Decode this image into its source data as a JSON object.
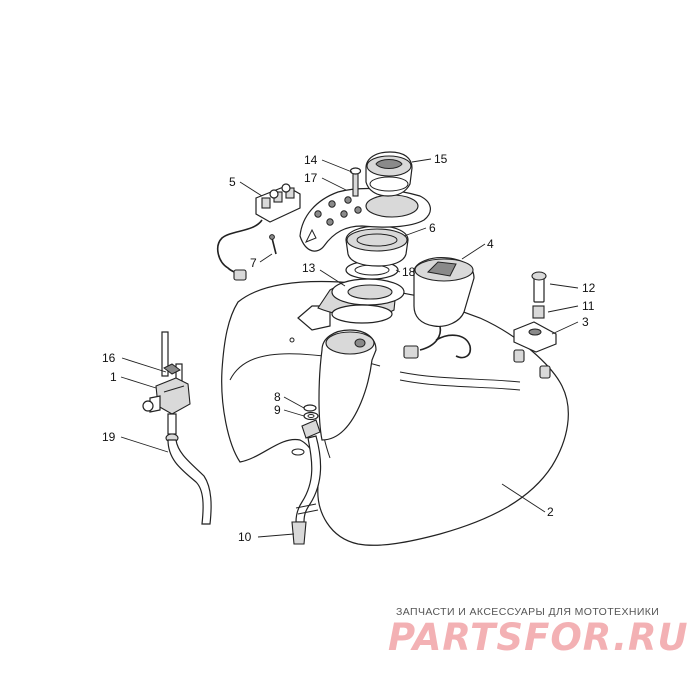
{
  "callouts": {
    "c1": "1",
    "c2": "2",
    "c3": "3",
    "c4": "4",
    "c5": "5",
    "c6": "6",
    "c7": "7",
    "c8": "8",
    "c9": "9",
    "c10": "10",
    "c11": "11",
    "c12": "12",
    "c13": "13",
    "c14": "14",
    "c15": "15",
    "c16": "16",
    "c17": "17",
    "c18": "18",
    "c19": "19"
  },
  "watermark": {
    "caption": "ЗАПЧАСТИ И АКСЕССУАРЫ ДЛЯ МОТОТЕХНИКИ",
    "logo": "PARTSFOR.RU",
    "logo_color": "#f3b1b4"
  }
}
